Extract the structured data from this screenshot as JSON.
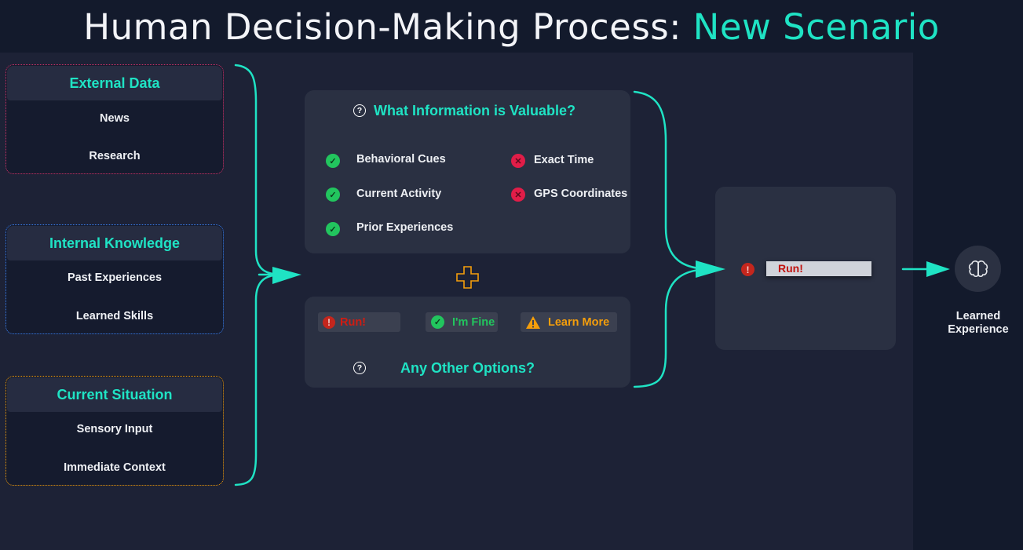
{
  "header": {
    "title_main": "Human Decision-Making Process: ",
    "title_accent": "New Scenario"
  },
  "sources": [
    {
      "title": "External Data",
      "items": [
        "News",
        "Research"
      ],
      "border_color": "#d6336c"
    },
    {
      "title": "Internal Knowledge",
      "items": [
        "Past Experiences",
        "Learned Skills"
      ],
      "border_color": "#3b82f6"
    },
    {
      "title": "Current Situation",
      "items": [
        "Sensory Input",
        "Immediate Context"
      ],
      "border_color": "#f59e0b"
    }
  ],
  "info_card": {
    "title": "What Information is Valuable?",
    "valuable": [
      "Behavioral Cues",
      "Current Activity",
      "Prior Experiences"
    ],
    "not_valuable": [
      "Exact Time",
      "GPS Coordinates"
    ]
  },
  "options_card": {
    "options": [
      {
        "label": "Run!",
        "status": "alert"
      },
      {
        "label": "I'm Fine",
        "status": "ok"
      },
      {
        "label": "Learn More",
        "status": "warning"
      }
    ],
    "question": "Any Other Options?"
  },
  "decision": {
    "label": "Run!"
  },
  "outcome": {
    "label_line1": "Learned",
    "label_line2": "Experience",
    "icon": "brain-icon"
  },
  "colors": {
    "accent": "#1fe3c4",
    "ok": "#22c55e",
    "bad": "#e11d48",
    "warn": "#f59e0b",
    "alert": "#d01c12"
  }
}
